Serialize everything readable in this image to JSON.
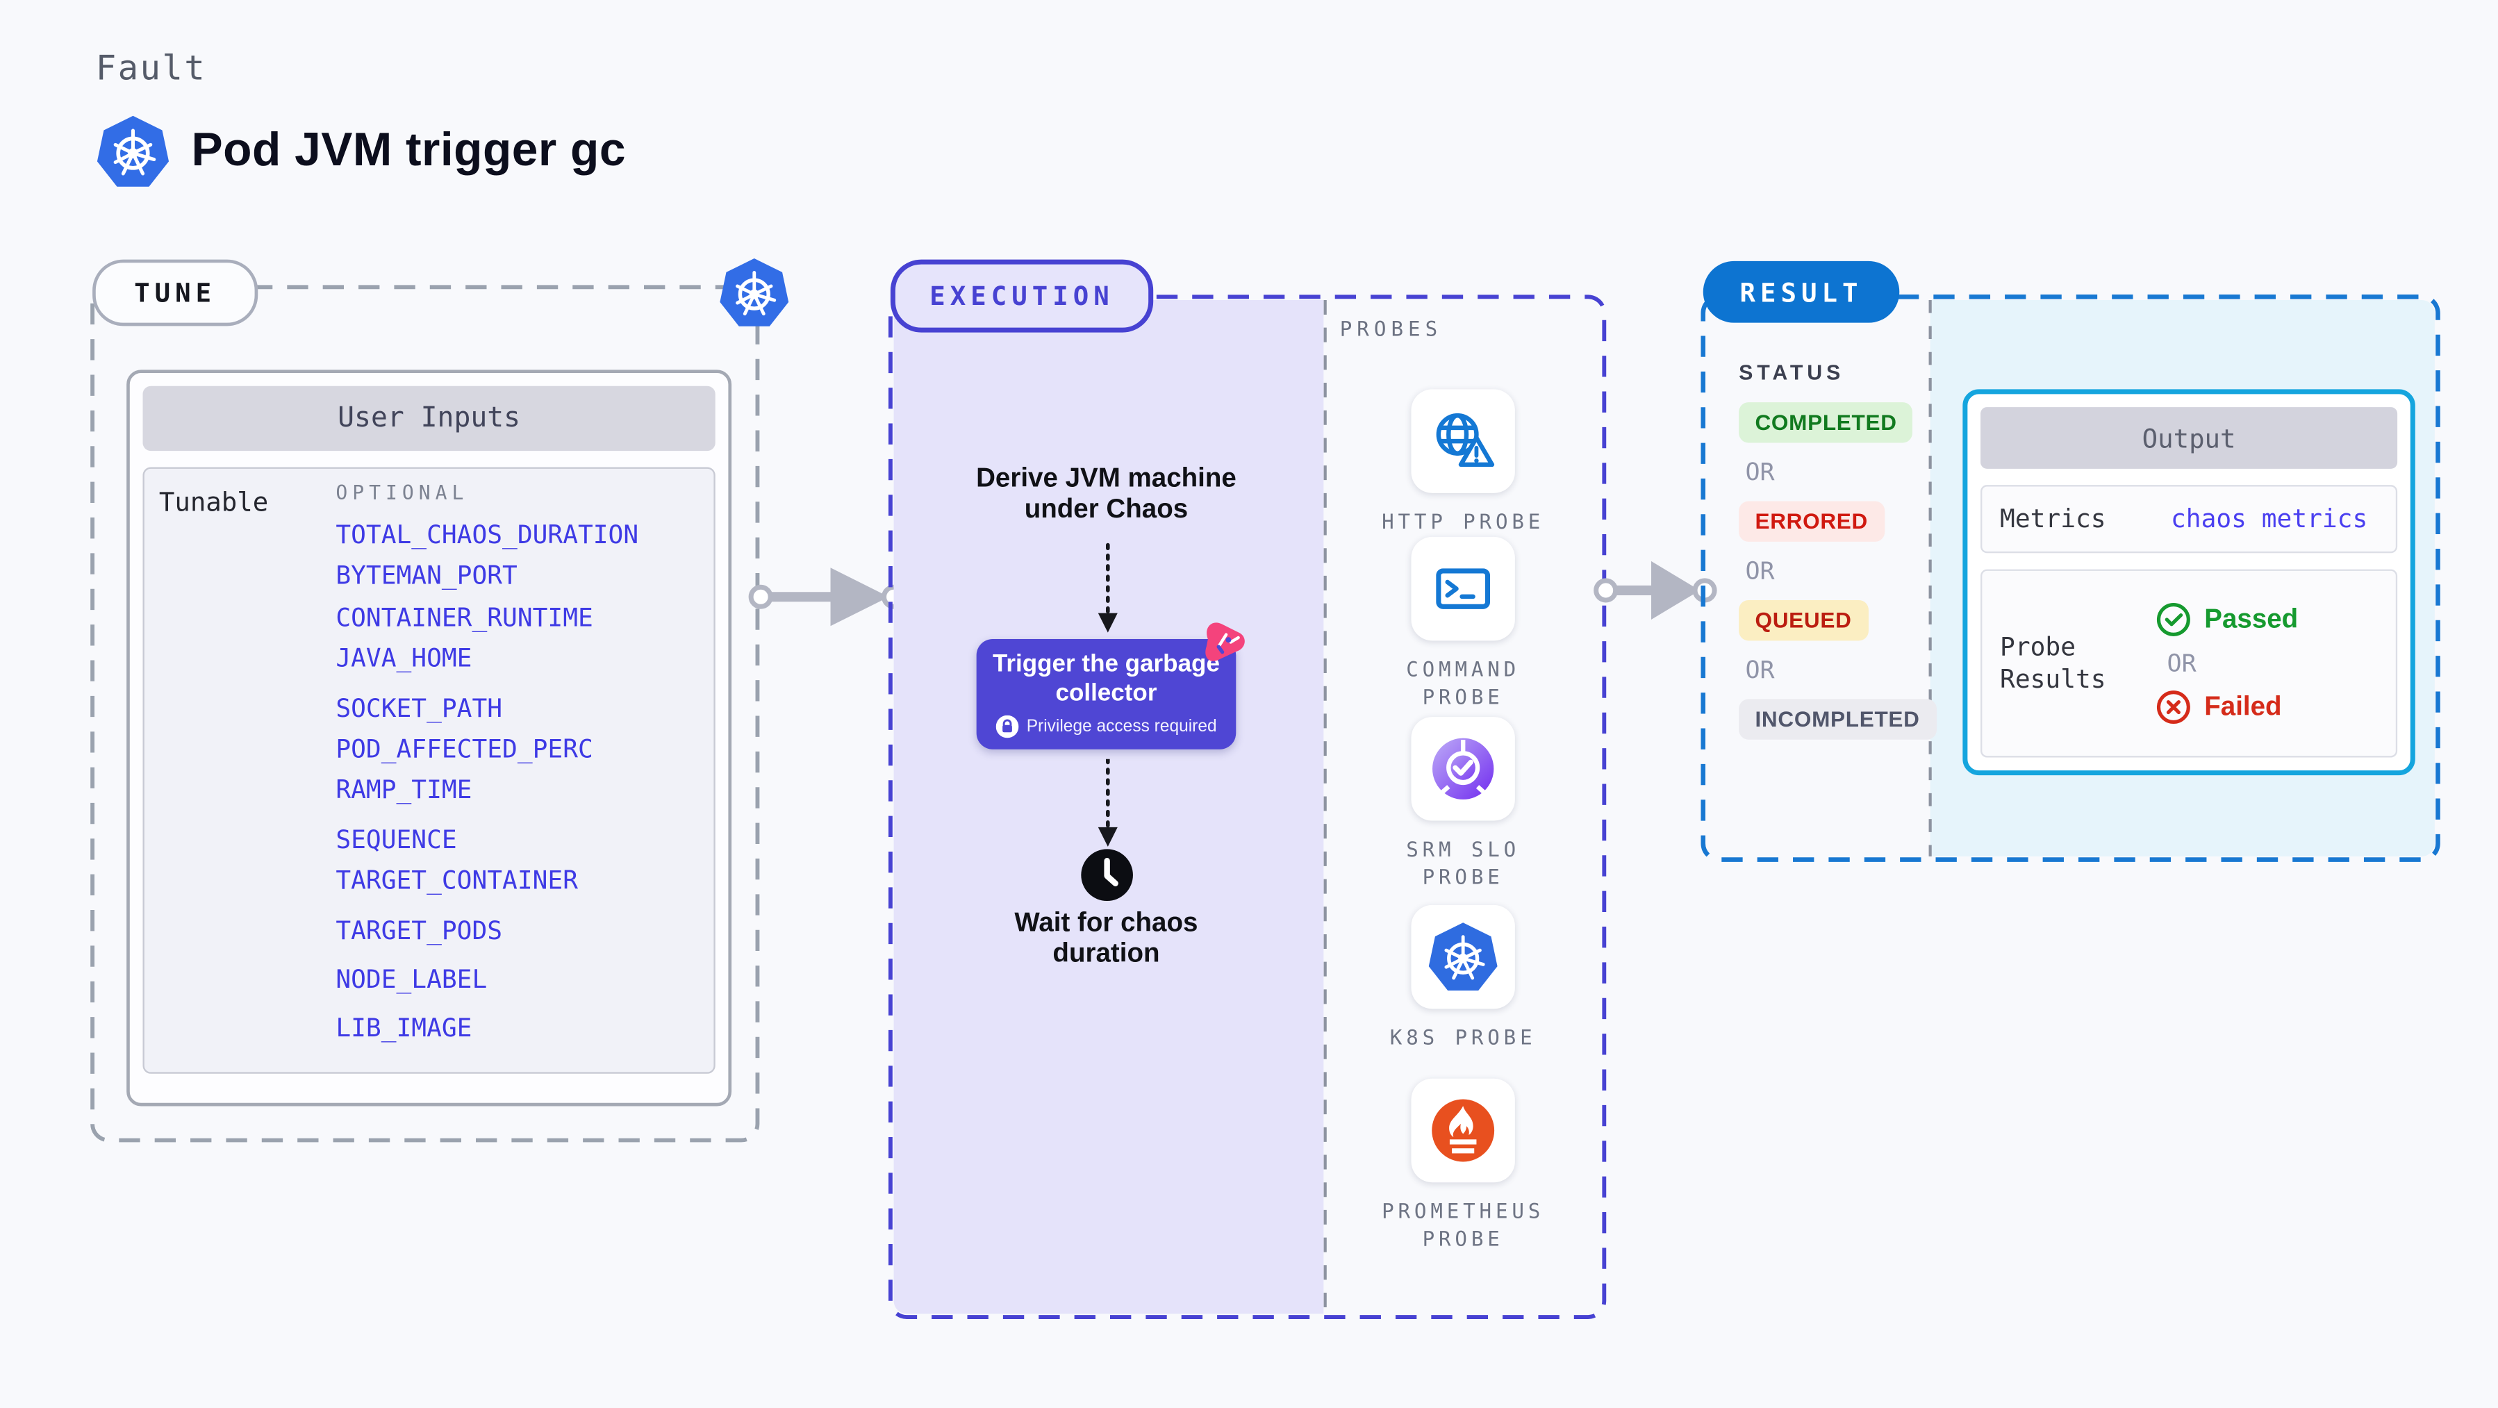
{
  "page": {
    "kicker": "Fault",
    "title": "Pod JVM trigger gc"
  },
  "tune": {
    "badge": "TUNE",
    "card_header": "User Inputs",
    "row_label": "Tunable",
    "column_label": "OPTIONAL",
    "inputs": [
      "TOTAL_CHAOS_DURATION",
      "BYTEMAN_PORT",
      "CONTAINER_RUNTIME",
      "JAVA_HOME",
      "SOCKET_PATH",
      "POD_AFFECTED_PERC",
      "RAMP_TIME",
      "SEQUENCE",
      "TARGET_CONTAINER",
      "TARGET_PODS",
      "NODE_LABEL",
      "LIB_IMAGE"
    ]
  },
  "execution": {
    "badge": "EXECUTION",
    "derive_step": "Derive JVM machine under Chaos",
    "trigger_label": "Trigger the garbage collector",
    "trigger_note": "Privilege access required",
    "wait_step": "Wait for chaos duration"
  },
  "probes": {
    "section_label": "PROBES",
    "items": [
      {
        "label": "HTTP PROBE",
        "icon": "globe-alert-icon"
      },
      {
        "label": "COMMAND PROBE",
        "icon": "terminal-icon"
      },
      {
        "label": "SRM SLO PROBE",
        "icon": "slo-donut-check-icon"
      },
      {
        "label": "K8S PROBE",
        "icon": "kubernetes-icon"
      },
      {
        "label": "PROMETHEUS PROBE",
        "icon": "prometheus-flame-icon"
      }
    ]
  },
  "result": {
    "badge": "RESULT",
    "status_label": "STATUS",
    "or_label": "OR",
    "statuses": [
      {
        "label": "COMPLETED",
        "color": "#117a1f",
        "bg": "#dcf3d8"
      },
      {
        "label": "ERRORED",
        "color": "#d01910",
        "bg": "#fde9e7"
      },
      {
        "label": "QUEUED",
        "color": "#bb1d10",
        "bg": "#fbeec2"
      },
      {
        "label": "INCOMPLETED",
        "color": "#51566b",
        "bg": "#ebebf0"
      }
    ],
    "output": {
      "header": "Output",
      "metrics_label": "Metrics",
      "metrics_value": "chaos metrics",
      "probe_results_label": "Probe Results",
      "passed_label": "Passed",
      "failed_label": "Failed"
    }
  },
  "colors": {
    "accent_indigo": "#4742d2",
    "accent_blue": "#0d74d1",
    "env_link_blue": "#3e3ae5",
    "kubernetes_blue": "#326de6",
    "lavender_panel": "#e5e3fa",
    "cyan_panel": "#e6f4fb",
    "prometheus_orange": "#e8501f",
    "pink_accent": "#f4437c"
  }
}
